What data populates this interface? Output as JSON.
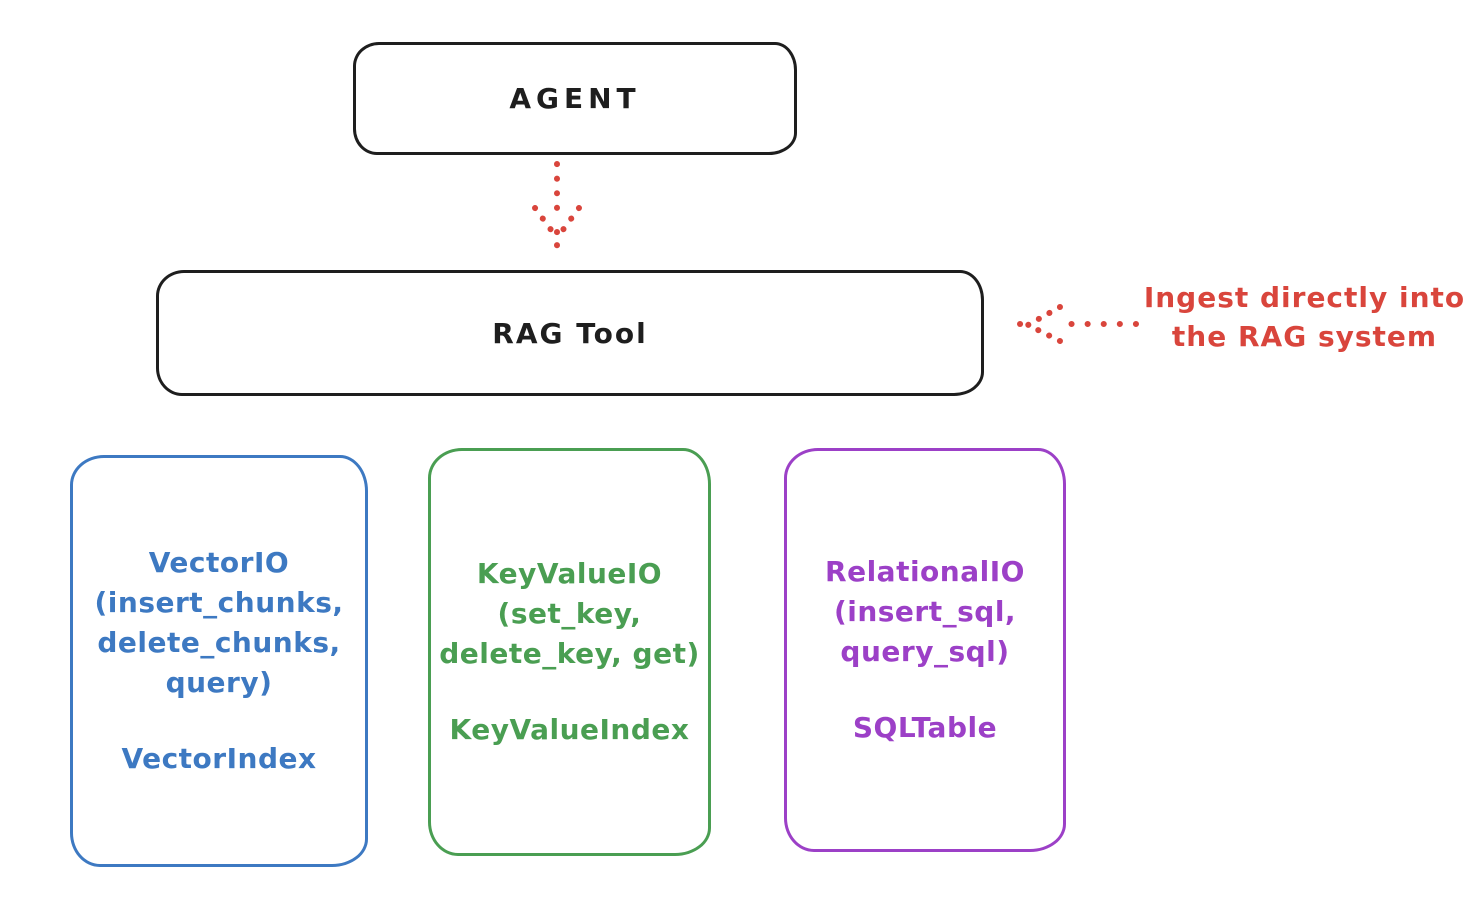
{
  "diagram": {
    "background": "#ffffff",
    "colors": {
      "ink": "#1e1e1e",
      "red": "#d9453c",
      "blue": "#3d79c2",
      "green": "#4a9e52",
      "purple": "#9c40c7"
    },
    "agent": {
      "label": "AGENT"
    },
    "rag_tool": {
      "label": "RAG Tool"
    },
    "annotation": {
      "line1": "Ingest directly into",
      "line2": "the RAG system"
    },
    "io_boxes": [
      {
        "id": "vector-io",
        "color": "#3d79c2",
        "lines": [
          "VectorIO",
          "(insert_chunks,",
          "delete_chunks,",
          "query)"
        ],
        "index_label": "VectorIndex"
      },
      {
        "id": "keyvalue-io",
        "color": "#4a9e52",
        "lines": [
          "KeyValueIO",
          "(set_key,",
          "delete_key, get)"
        ],
        "index_label": "KeyValueIndex"
      },
      {
        "id": "relational-io",
        "color": "#9c40c7",
        "lines": [
          "RelationalIO",
          "(insert_sql,",
          "query_sql)"
        ],
        "index_label": "SQLTable"
      }
    ]
  }
}
